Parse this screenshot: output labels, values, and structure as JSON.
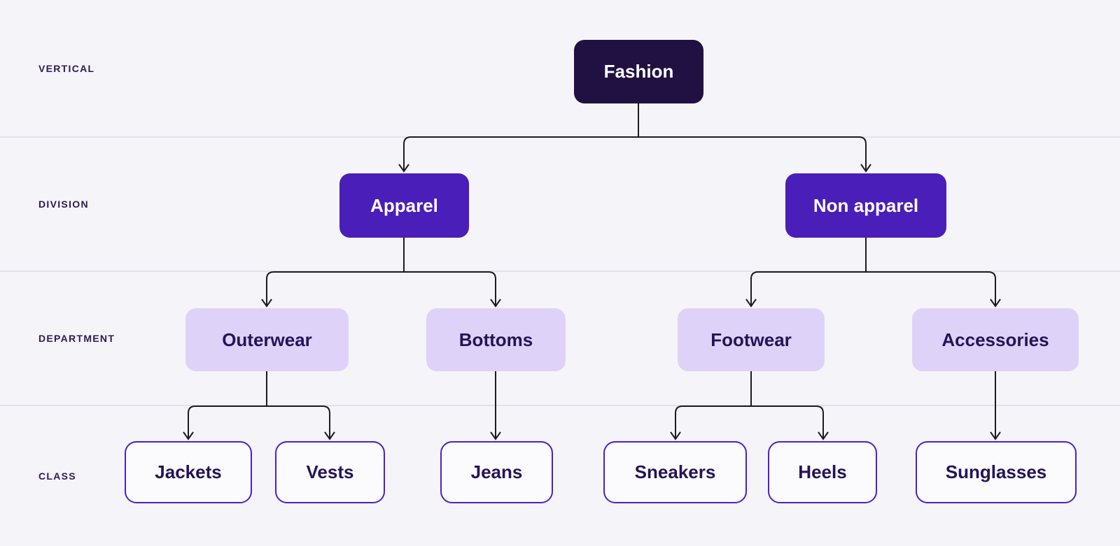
{
  "diagram": {
    "rows": [
      {
        "label": "VERTICAL"
      },
      {
        "label": "DIVISION"
      },
      {
        "label": "DEPARTMENT"
      },
      {
        "label": "CLASS"
      }
    ],
    "nodes": {
      "fashion": {
        "label": "Fashion",
        "level": "vertical"
      },
      "apparel": {
        "label": "Apparel",
        "level": "division"
      },
      "non_apparel": {
        "label": "Non apparel",
        "level": "division"
      },
      "outerwear": {
        "label": "Outerwear",
        "level": "department"
      },
      "bottoms": {
        "label": "Bottoms",
        "level": "department"
      },
      "footwear": {
        "label": "Footwear",
        "level": "department"
      },
      "accessories": {
        "label": "Accessories",
        "level": "department"
      },
      "jackets": {
        "label": "Jackets",
        "level": "class"
      },
      "vests": {
        "label": "Vests",
        "level": "class"
      },
      "jeans": {
        "label": "Jeans",
        "level": "class"
      },
      "sneakers": {
        "label": "Sneakers",
        "level": "class"
      },
      "heels": {
        "label": "Heels",
        "level": "class"
      },
      "sunglasses": {
        "label": "Sunglasses",
        "level": "class"
      }
    },
    "edges": [
      {
        "from": "fashion",
        "to": "apparel"
      },
      {
        "from": "fashion",
        "to": "non_apparel"
      },
      {
        "from": "apparel",
        "to": "outerwear"
      },
      {
        "from": "apparel",
        "to": "bottoms"
      },
      {
        "from": "non_apparel",
        "to": "footwear"
      },
      {
        "from": "non_apparel",
        "to": "accessories"
      },
      {
        "from": "outerwear",
        "to": "jackets"
      },
      {
        "from": "outerwear",
        "to": "vests"
      },
      {
        "from": "bottoms",
        "to": "jeans"
      },
      {
        "from": "footwear",
        "to": "sneakers"
      },
      {
        "from": "footwear",
        "to": "heels"
      },
      {
        "from": "accessories",
        "to": "sunglasses"
      }
    ],
    "colors": {
      "background": "#f5f4f9",
      "divider": "#e3e1e9",
      "vertical_fill": "#211142",
      "division_fill": "#4a1eb8",
      "department_fill": "#ded2f9",
      "class_fill": "#fbfbfe",
      "class_border": "#4a21c9",
      "text_light": "#ffffff",
      "text_dark": "#251457",
      "row_label_text": "#2c1b52",
      "connector": "#1c1c20"
    }
  }
}
